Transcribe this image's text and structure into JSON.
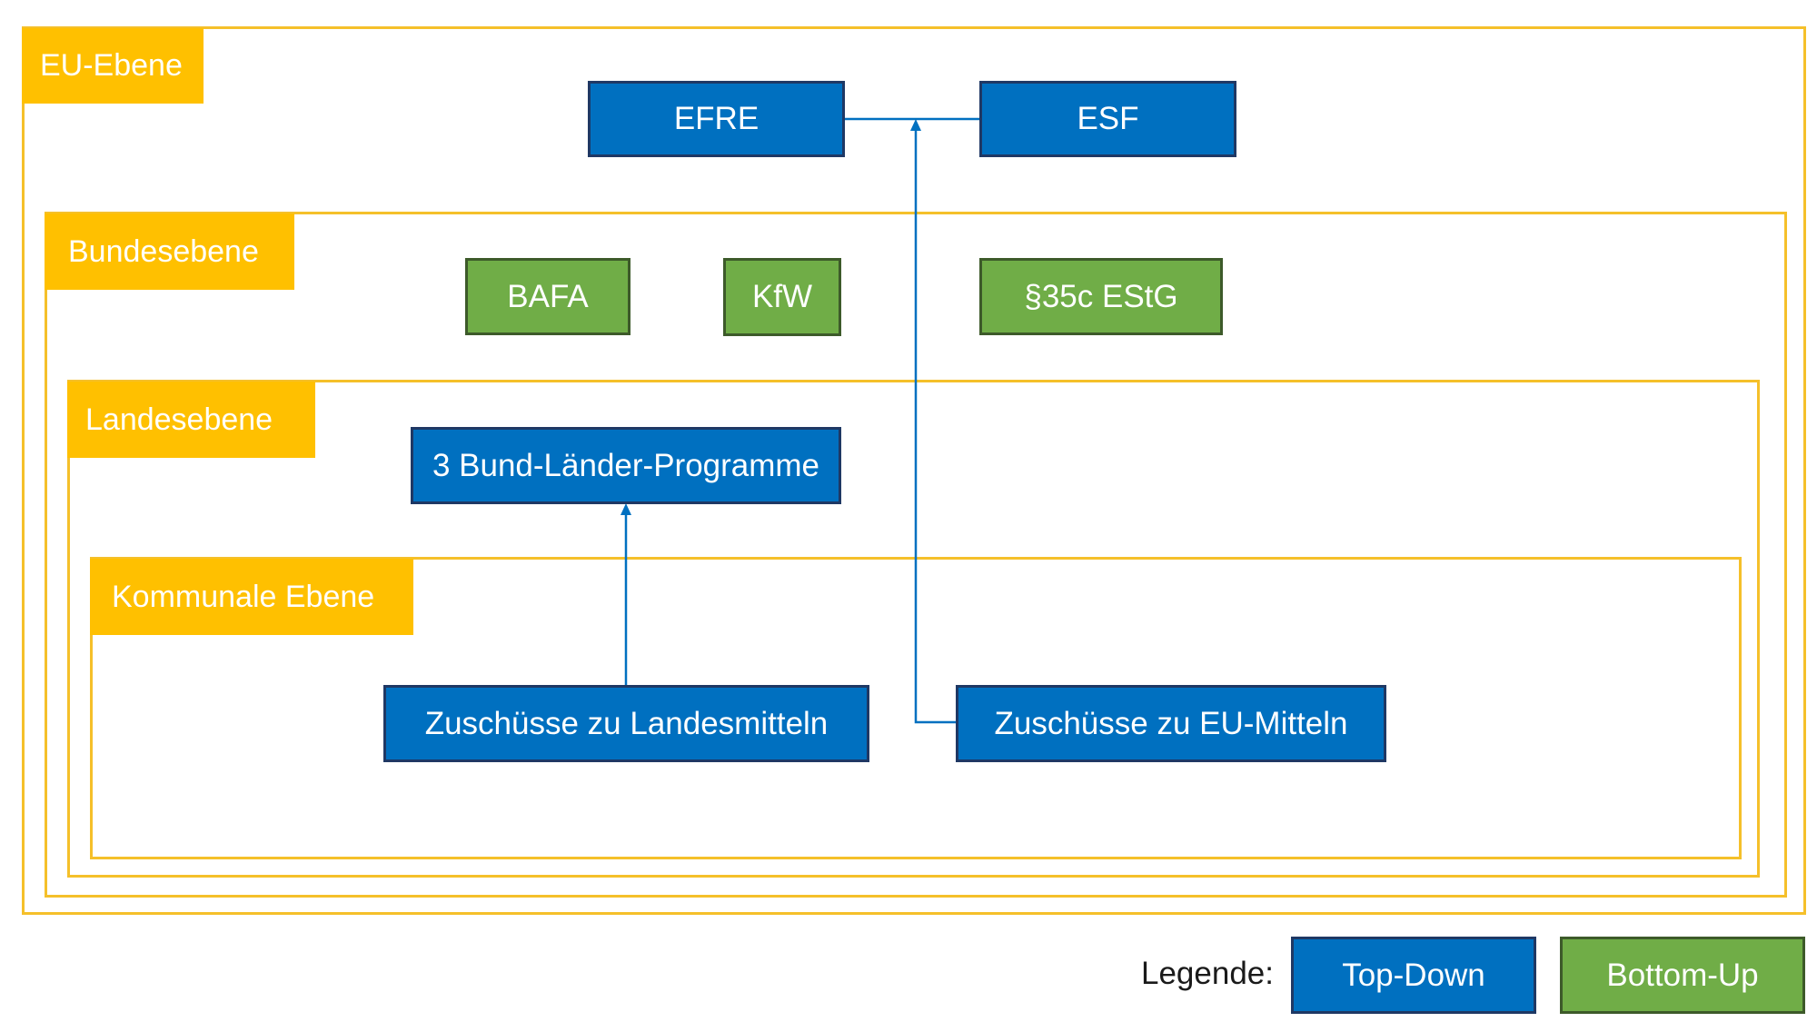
{
  "levels": {
    "eu": "EU-Ebene",
    "bund": "Bundesebene",
    "land": "Landesebene",
    "kommune": "Kommunale Ebene"
  },
  "nodes": {
    "efre": "EFRE",
    "esf": "ESF",
    "bafa": "BAFA",
    "kfw": "KfW",
    "estg": "§35c EStG",
    "bund_laender": "3 Bund-Länder-Programme",
    "zuschuesse_land": "Zuschüsse zu Landesmitteln",
    "zuschuesse_eu": "Zuschüsse zu EU-Mitteln"
  },
  "legend": {
    "label": "Legende:",
    "top_down": "Top-Down",
    "bottom_up": "Bottom-Up"
  },
  "colors": {
    "level_frame": "#f5c02a",
    "level_tab": "#ffc000",
    "top_down": "#0070c0",
    "bottom_up": "#70ad47",
    "connector": "#0070c0"
  }
}
